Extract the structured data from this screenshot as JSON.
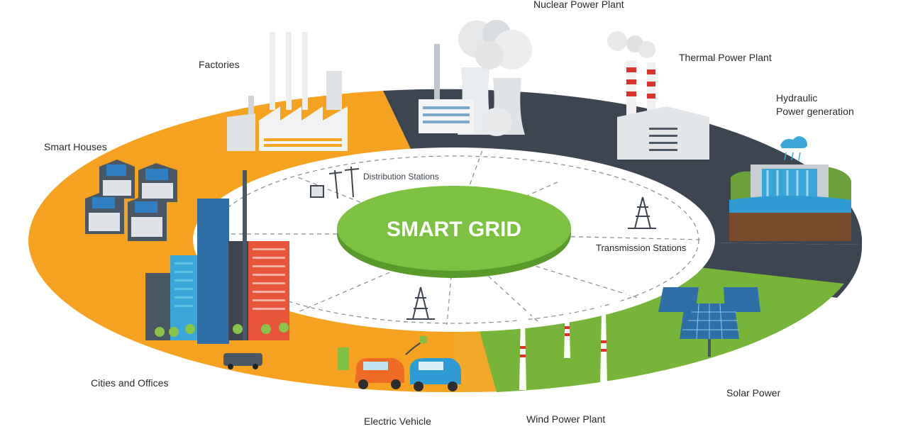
{
  "center": {
    "title": "SMART GRID"
  },
  "labels": {
    "nuclear": "Nuclear Power Plant",
    "thermal": "Thermal Power Plant",
    "hydraulic_line1": "Hydraulic",
    "hydraulic_line2": "Power generation",
    "factories": "Factories",
    "smart_houses": "Smart Houses",
    "cities": "Cities and Offices",
    "electric_vehicle": "Electric Vehicle",
    "wind": "Wind Power Plant",
    "solar": "Solar Power",
    "distribution": "Distribution Stations",
    "transmission": "Transmission Stations"
  },
  "colors": {
    "orange": "#f4a21f",
    "orange_dark": "#ef8b1e",
    "dark_grey": "#3c4550",
    "green": "#77b43a",
    "center_green": "#7cc142",
    "sky_blue": "#3aa7d8"
  }
}
